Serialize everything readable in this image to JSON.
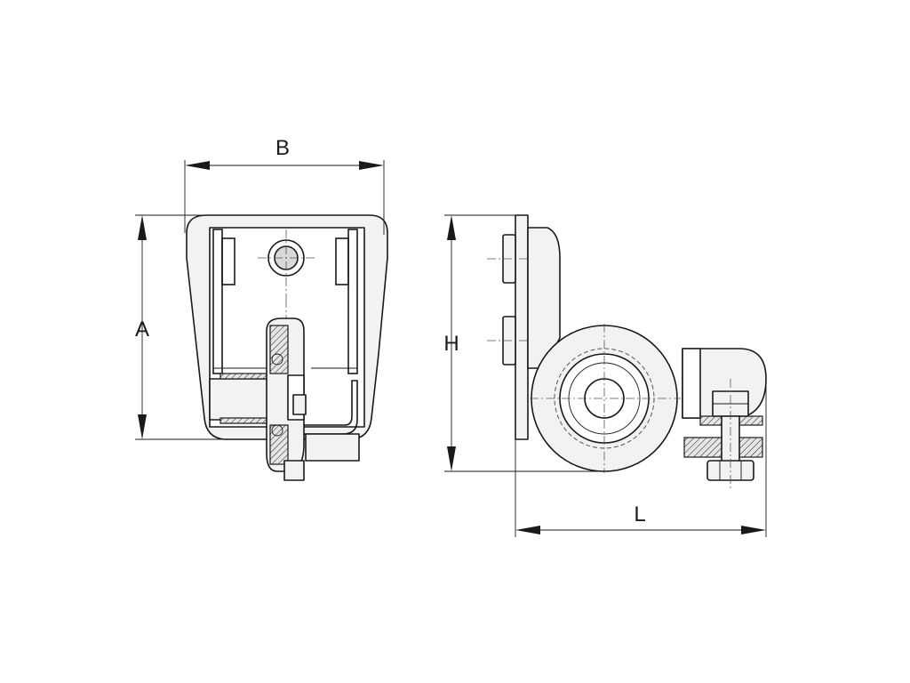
{
  "dimensions": {
    "width_label": "B",
    "height_label": "A",
    "side_height_label": "H",
    "length_label": "L"
  },
  "colors": {
    "line": "#1a1a1a",
    "fill": "#f2f2f2",
    "background": "#ffffff"
  }
}
